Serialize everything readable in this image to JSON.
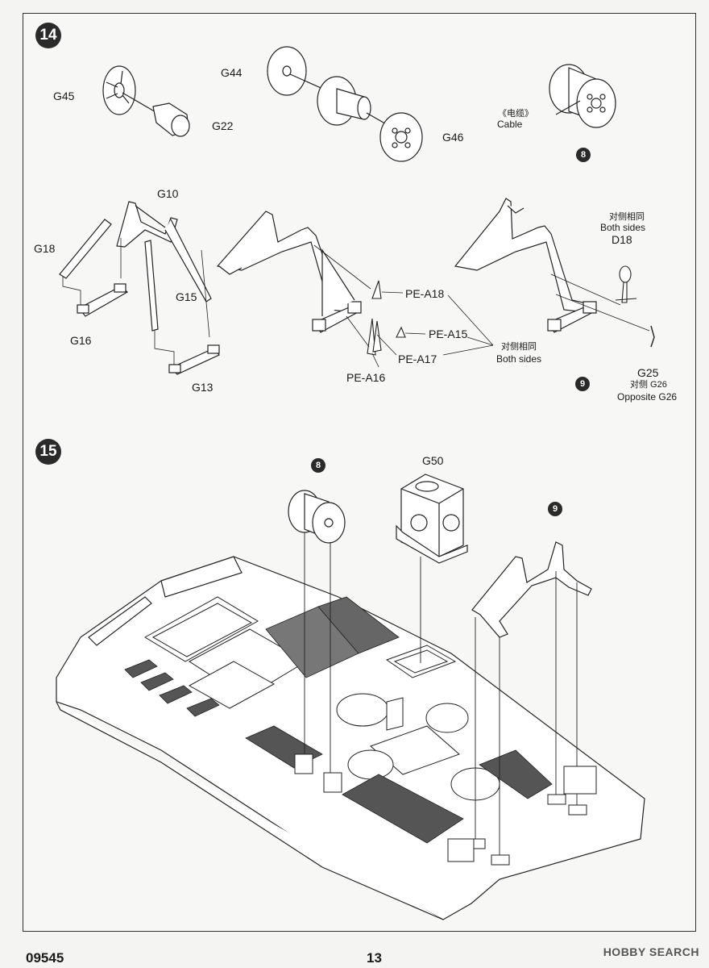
{
  "step14": {
    "number": "14",
    "parts": {
      "g45": "G45",
      "g22": "G22",
      "g44": "G44",
      "g46": "G46",
      "g10": "G10",
      "g18": "G18",
      "g15": "G15",
      "g16": "G16",
      "g13": "G13",
      "pe_a18": "PE-A18",
      "pe_a15": "PE-A15",
      "pe_a17": "PE-A17",
      "pe_a16": "PE-A16",
      "d18": "D18",
      "g25": "G25"
    },
    "cable_cn": "《电缆》",
    "cable_en": "Cable",
    "both_sides_cn": "对侧相同",
    "both_sides_en": "Both sides",
    "both_sides_cn_2": "对侧相同",
    "both_sides_en_2": "Both sides",
    "opposite_cn": "对侧 G26",
    "opposite_en": "Opposite G26",
    "sub_8": "8",
    "sub_9": "9"
  },
  "step15": {
    "number": "15",
    "g50": "G50",
    "sub_8": "8",
    "sub_9": "9"
  },
  "footer": {
    "product_code": "09545",
    "page_number": "13",
    "watermark": "HOBBY SEARCH"
  }
}
